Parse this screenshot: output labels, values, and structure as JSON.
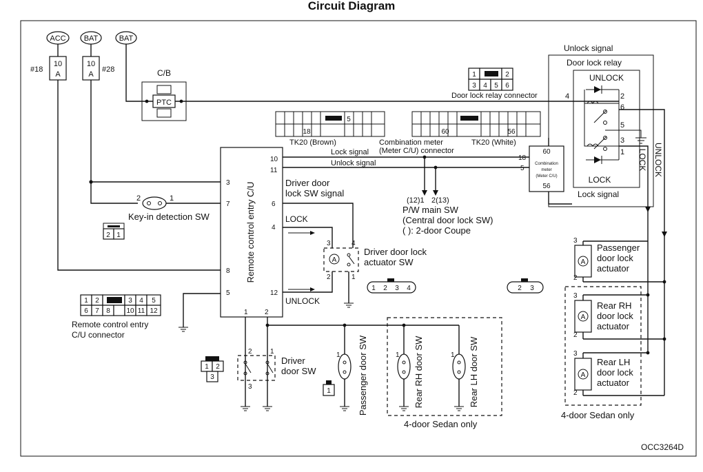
{
  "title": "Circuit Diagram",
  "diagram_code": "OCC3264D",
  "power": {
    "acc": "ACC",
    "bat1": "BAT",
    "bat2": "BAT",
    "fuse18_label": "#18",
    "fuse18_rating": "10",
    "fuse18_unit": "A",
    "fuse28_label": "#28",
    "fuse28_rating": "10",
    "fuse28_unit": "A"
  },
  "cb": {
    "label": "C/B",
    "ptc": "PTC"
  },
  "relay": {
    "unlock_signal": "Unlock signal",
    "title": "Door lock relay",
    "unlock": "UNLOCK",
    "lock": "LOCK",
    "lock_signal": "Lock signal",
    "pin4": "4",
    "pin2": "2",
    "pin6": "6",
    "pin5": "5",
    "pin3": "3",
    "pin1": "1",
    "connector_label": "Door lock relay connector",
    "connector_pins": [
      "1",
      "",
      "2",
      "3",
      "4",
      "5",
      "6"
    ]
  },
  "tk20_brown": {
    "pin18": "18",
    "pin5": "5",
    "label": "TK20 (Brown)"
  },
  "tk20_white": {
    "pin60": "60",
    "pin56": "56",
    "label": "TK20 (White)"
  },
  "combination_meter_connector": {
    "line1": "Combination meter",
    "line2": "(Meter C/U) connector"
  },
  "signals": {
    "lock": "Lock signal",
    "unlock": "Unlock signal"
  },
  "combination_meter": {
    "pin18": "18",
    "pin5": "5",
    "pin60": "60",
    "pin56": "56",
    "line1": "Combination",
    "line2": "meter",
    "line3": "(Meter C/U)"
  },
  "pw_switch": {
    "pin_a": "(12)1",
    "pin_b": "2(13)",
    "line1": "P/W main SW",
    "line2": "(Central door lock SW)",
    "line3": "(    ): 2-door Coupe"
  },
  "cu": {
    "label": "Remote control entry C/U",
    "pin10": "10",
    "pin11": "11",
    "pin3": "3",
    "pin7": "7",
    "pin6": "6",
    "pin4": "4",
    "pin8": "8",
    "pin5": "5",
    "pin12": "12",
    "pin1": "1",
    "pin2": "2",
    "driver_lock_sw_line1": "Driver door",
    "driver_lock_sw_line2": "lock SW signal",
    "lock": "LOCK",
    "unlock": "UNLOCK"
  },
  "key_switch": {
    "pin2": "2",
    "pin1": "1",
    "label": "Key-in detection SW",
    "conn_pins": [
      "2",
      "1"
    ]
  },
  "driver_actuator": {
    "pin3": "3",
    "pin4": "4",
    "pin2": "2",
    "pin1": "1",
    "symbol": "A",
    "line1": "Driver door lock",
    "line2": "actuator SW",
    "conn_pins": [
      "1",
      "2",
      "3",
      "4"
    ]
  },
  "cu_connector": {
    "row1": [
      "1",
      "2",
      "",
      "3",
      "4",
      "5"
    ],
    "row2": [
      "6",
      "7",
      "8",
      "",
      "10",
      "11",
      "12"
    ],
    "line1": "Remote control entry",
    "line2": "C/U connector"
  },
  "right_actuators": {
    "lock_vertical": "LOCK",
    "unlock_vertical": "UNLOCK",
    "symbol": "A",
    "passenger": {
      "pin3": "3",
      "pin2": "2",
      "line1": "Passenger",
      "line2": "door lock",
      "line3": "actuator"
    },
    "rear_rh": {
      "pin3": "3",
      "pin2": "2",
      "line1": "Rear RH",
      "line2": "door lock",
      "line3": "actuator"
    },
    "rear_lh": {
      "pin3": "3",
      "pin2": "2",
      "line1": "Rear LH",
      "line2": "door lock",
      "line3": "actuator"
    },
    "conn_pins": [
      "2",
      "3"
    ],
    "sedan_only": "4-door Sedan only"
  },
  "driver_door_sw": {
    "pin2": "2",
    "pin1": "1",
    "pin3": "3",
    "line1": "Driver",
    "line2": "door SW",
    "conn_row1": [
      "1",
      "2"
    ],
    "conn_row2": [
      "3"
    ]
  },
  "door_switches": {
    "pin1": "1",
    "passenger": "Passenger door SW",
    "rear_rh": "Rear RH door SW",
    "rear_lh": "Rear LH door SW",
    "conn_pin": "1",
    "sedan_only": "4-door Sedan only"
  }
}
